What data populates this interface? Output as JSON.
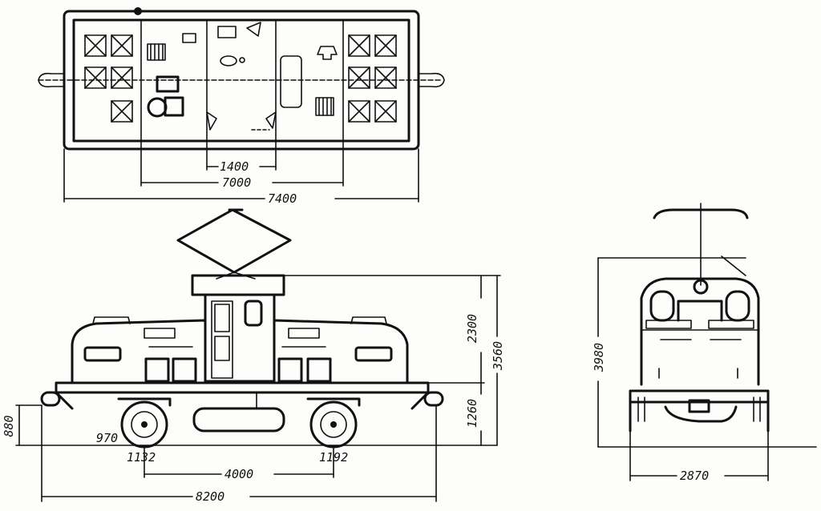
{
  "dimensions": {
    "cab_width_top": "1400",
    "inner_length": "7000",
    "body_length_top": "7400",
    "upper_height": "2300",
    "total_height_side": "3560",
    "lower_height": "1260",
    "buffer_height": "880",
    "wheel_diameter": "970",
    "axle_left": "1132",
    "axle_right": "1192",
    "wheelbase": "4000",
    "overall_length": "8200",
    "total_height_front": "3980",
    "front_width": "2870"
  }
}
